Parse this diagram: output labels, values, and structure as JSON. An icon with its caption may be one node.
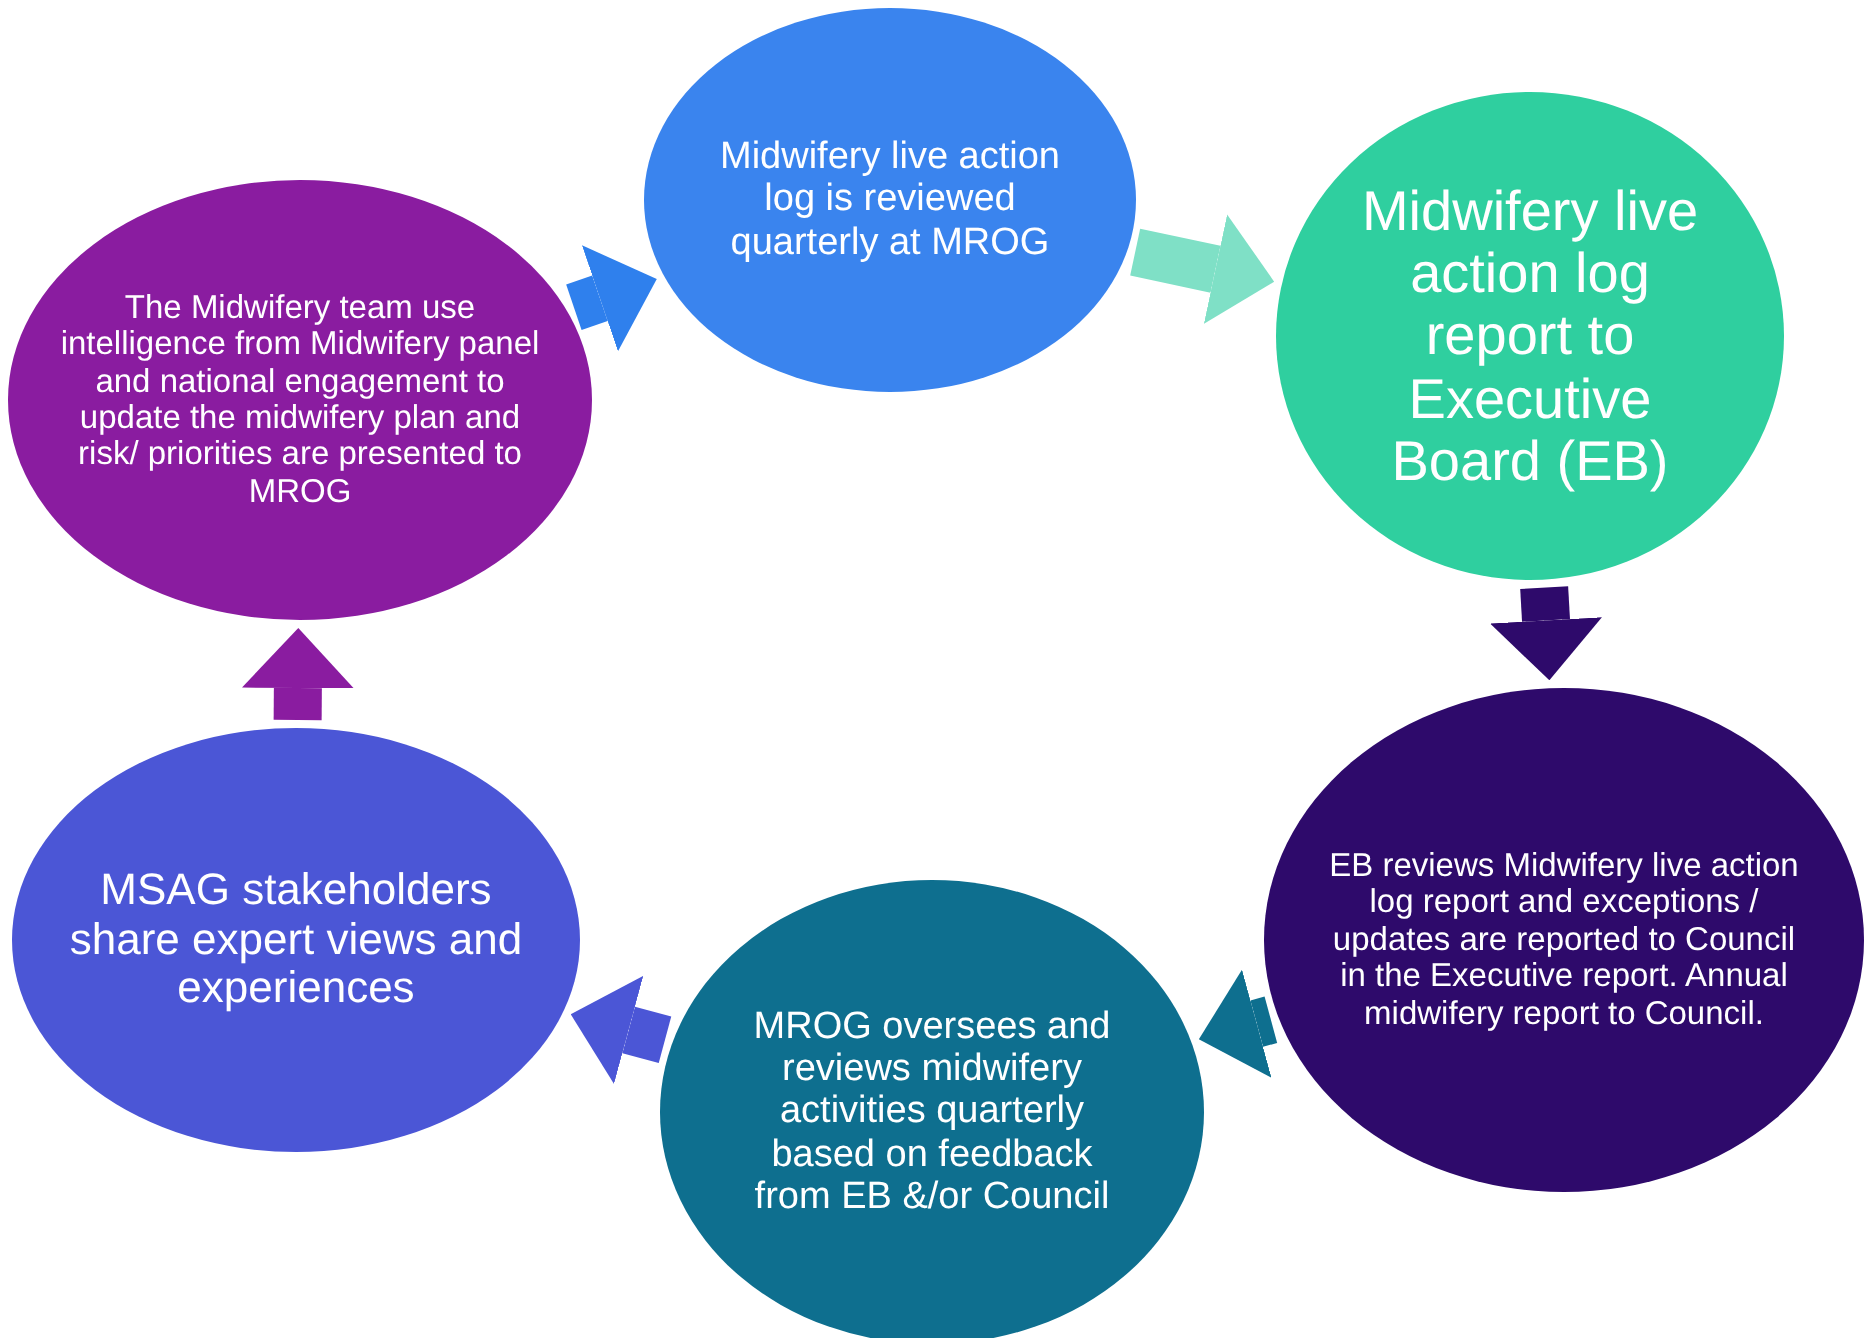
{
  "diagram": {
    "nodes": [
      {
        "text": [
          "Midwifery live action log is reviewed quarterly at MROG"
        ]
      },
      {
        "text": [
          "Midwifery live action log report to Executive Board (EB)"
        ]
      },
      {
        "text": [
          "EB reviews Midwifery live action log report and exceptions / updates are reported to Council in the Executive report. Annual midwifery report to Council."
        ]
      },
      {
        "text": [
          "MROG oversees and reviews midwifery activities quarterly based on feedback from EB &/or Council"
        ]
      },
      {
        "text": [
          "MSAG stakeholders share expert views and experiences"
        ]
      },
      {
        "text": [
          "The Midwifery team use intelligence from Midwifery panel and national engagement to update the midwifery plan and risk/ priorities are presented to MROG"
        ]
      }
    ],
    "edges": [
      {
        "from": 5,
        "to": 0,
        "arrow": "to",
        "color": "#2f80ed"
      },
      {
        "from": 0,
        "to": 1,
        "arrow": "to",
        "color": "#7fe0c6"
      },
      {
        "from": 1,
        "to": 2,
        "arrow": "to",
        "color": "#2e0a6b"
      },
      {
        "from": 2,
        "to": 3,
        "arrow": "to",
        "color": "#0e6f8f"
      },
      {
        "from": 3,
        "to": 4,
        "arrow": "to",
        "color": "#4b56d6"
      },
      {
        "from": 4,
        "to": 5,
        "arrow": "to",
        "color": "#8a1ca0"
      }
    ]
  }
}
